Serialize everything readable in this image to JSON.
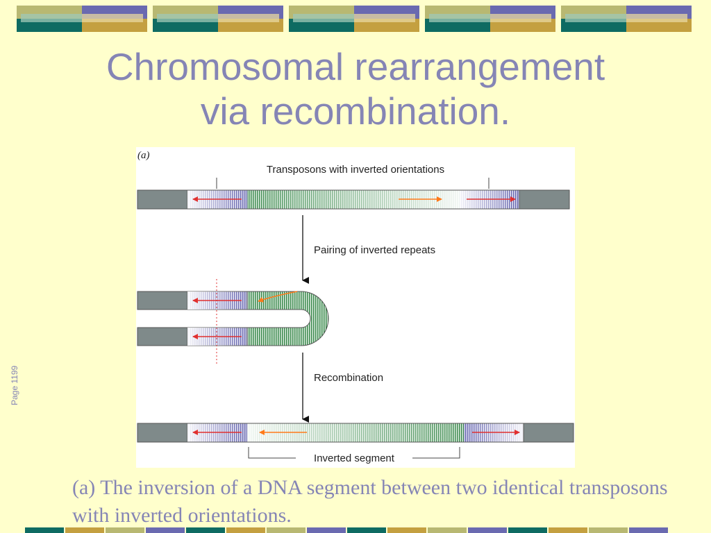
{
  "slide": {
    "title_line1": "Chromosomal rearrangement",
    "title_line2": "via recombination.",
    "side_label": "Page 1199",
    "caption": "(a) The inversion of a DNA segment between two identical transposons with inverted orientations."
  },
  "figure": {
    "panel_label": "(a)",
    "label_transposons": "Transposons with inverted orientations",
    "label_pairing": "Pairing of inverted repeats",
    "label_recombination": "Recombination",
    "label_inverted_segment": "Inverted segment"
  },
  "colors": {
    "background": "#ffffcc",
    "title": "#8585b5",
    "gray_dna": "#7f8a8a",
    "transposon": "#5a5aa8",
    "segment": "#3d8a4f",
    "arrow_red": "#e03030",
    "arrow_orange": "#ff7a1a"
  }
}
